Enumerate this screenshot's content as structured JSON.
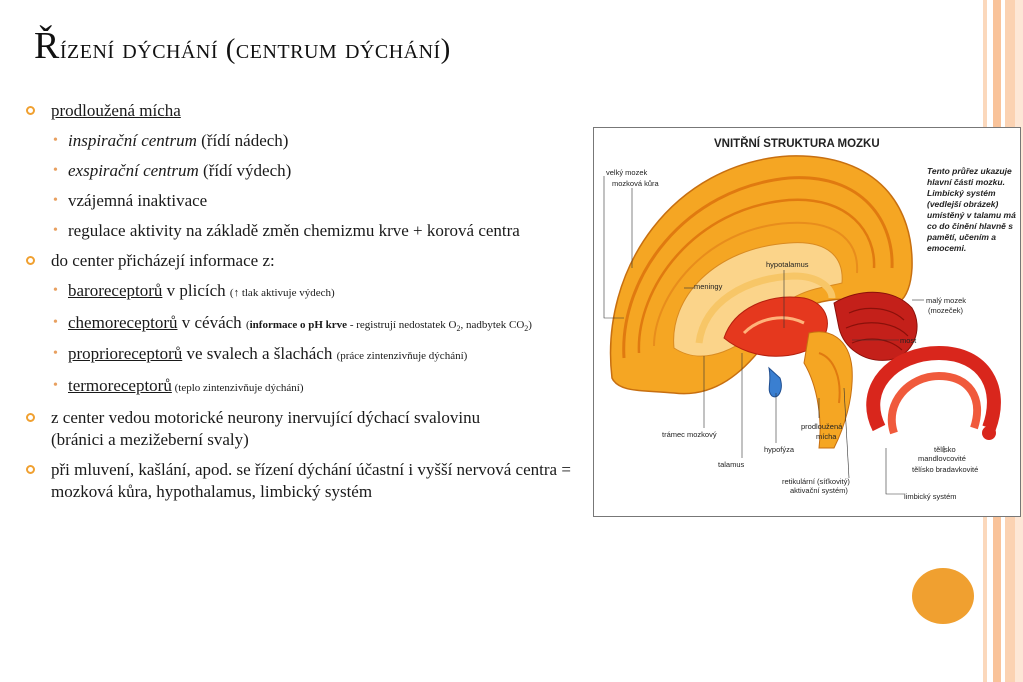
{
  "title": {
    "first_letter": "Ř",
    "rest": "ízení dýchání (centrum dýchání)"
  },
  "bullets": {
    "b1": "prodloužená mícha",
    "b1_sub1_italic": "inspirační centrum",
    "b1_sub1_rest": " (řídí nádech)",
    "b1_sub2_italic": "exspirační centrum",
    "b1_sub2_rest": " (řídí výdech)",
    "b1_sub3": "vzájemná inaktivace",
    "b1_sub4": "regulace aktivity na základě změn chemizmu krve + korová centra",
    "b2": "do center přicházejí informace z:",
    "b2_sub1_link": "baroreceptorů",
    "b2_sub1_rest": " v plicích ",
    "b2_sub1_small": "(↑ tlak aktivuje výdech)",
    "b2_sub2_link": "chemoreceptorů",
    "b2_sub2_rest": " v cévách ",
    "b2_sub2_small_a": "(",
    "b2_sub2_bold": "informace o pH krve",
    "b2_sub2_small_b": " - registrují nedostatek O",
    "b2_sub2_sub_2a": "2",
    "b2_sub2_small_c": ", nadbytek CO",
    "b2_sub2_sub_2b": "2",
    "b2_sub2_small_d": ")",
    "b2_sub3_link": "proprioreceptorů",
    "b2_sub3_rest": " ve svalech a šlachách ",
    "b2_sub3_small": "(práce zintenzivňuje dýchání)",
    "b2_sub4_link": "termoreceptorů",
    "b2_sub4_small": " (teplo zintenzivňuje dýchání)",
    "b3": "z center vedou motorické neurony inervující dýchací svalovinu (bránici a mezižeberní svaly)",
    "b4": "při mluvení, kašlání, apod. se řízení dýchání účastní i vyšší nervová centra = mozková kůra, hypothalamus, limbický systém"
  },
  "figure": {
    "title": "VNITŘNÍ STRUKTURA MOZKU",
    "note": "Tento průřez ukazuje hlavní části mozku. Limbický systém (vedlejší obrázek) umístěný v talamu má co do činění hlavně s pamětí, učením a emocemi.",
    "labels": {
      "velky_mozek": "velký mozek",
      "mozkova_kura": "mozková kůra",
      "hypotalamus": "hypotalamus",
      "meningy": "meningy",
      "maly_mozek": "malý mozek",
      "mozecek": "(mozeček)",
      "most": "most",
      "tramec": "trámec mozkový",
      "talamus": "talamus",
      "hypofyza": "hypofýza",
      "prodlouzena_1": "prodloužená",
      "prodlouzena_2": "mícha",
      "retikularni_1": "retikulární (síťkovitý)",
      "retikularni_2": "aktivační systém)",
      "telisko_1": "tělísko",
      "telisko_2": "mandlovcovité",
      "telisko_brad": "tělísko bradavkovité",
      "limbicky": "limbický systém"
    }
  },
  "colors": {
    "bullet_orange": "#f0a030",
    "stripe_light": "#fde2cc",
    "stripe_mid": "#f9c9a4",
    "accent_circle": "#f0a030"
  }
}
